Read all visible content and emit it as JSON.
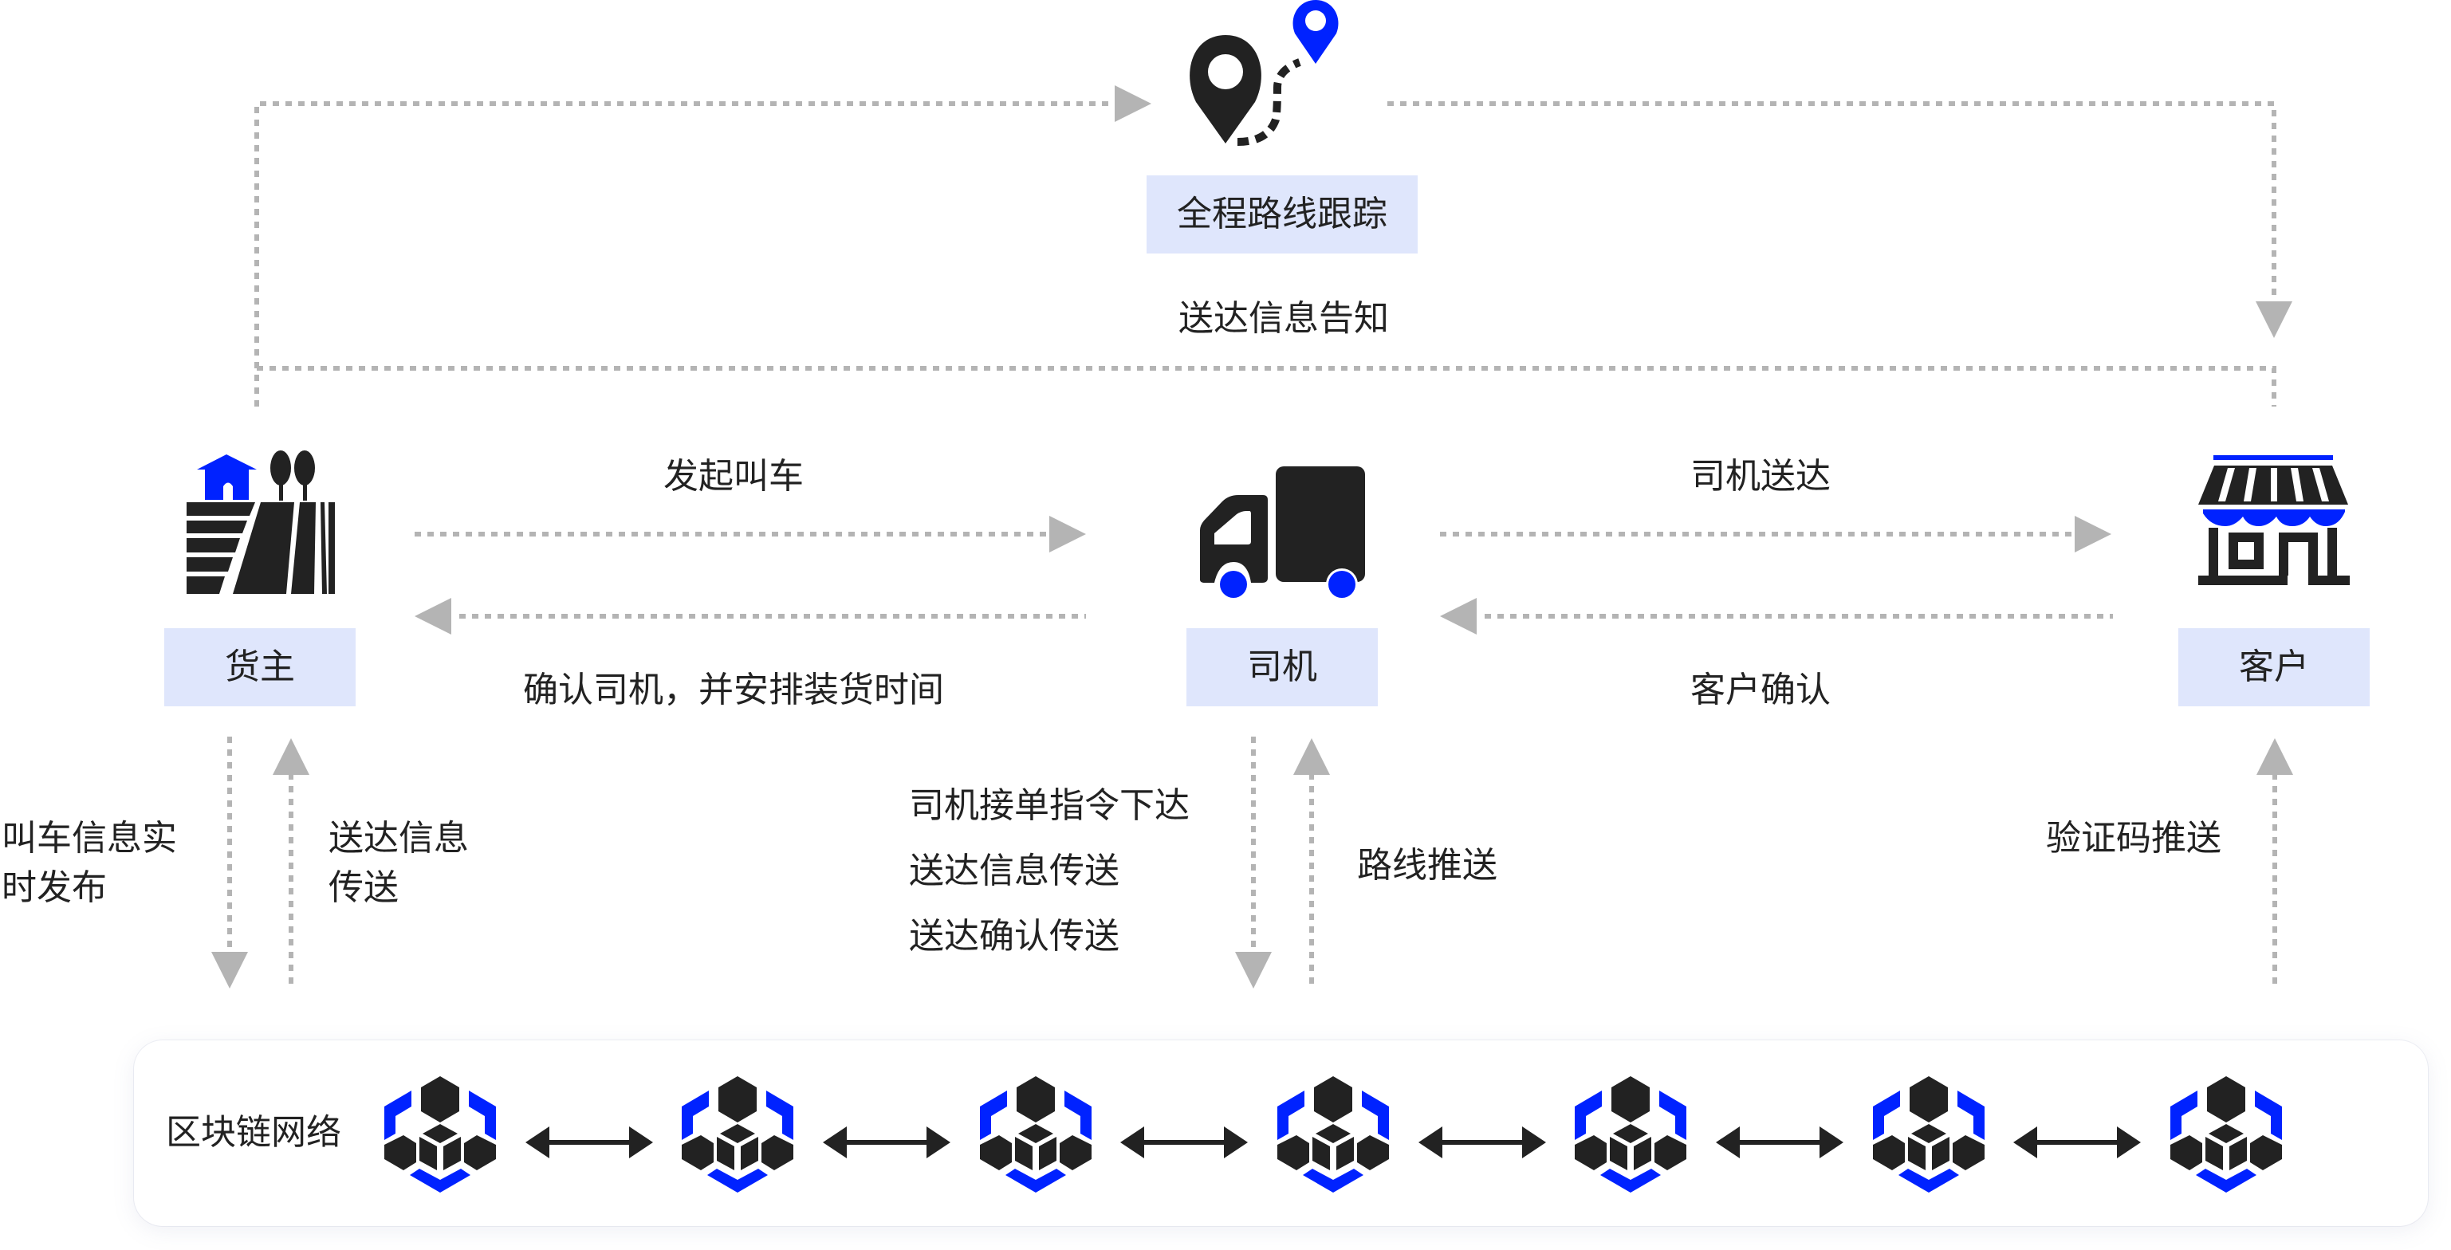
{
  "colors": {
    "accent_blue": "#0022ff",
    "icon_dark": "#222222",
    "label_bg": "#dfe6fc",
    "connector_gray": "#b4b4b4"
  },
  "nodes": {
    "tracking": {
      "label": "全程路线跟踪",
      "icon": "location-route-icon"
    },
    "shipper": {
      "label": "货主",
      "icon": "farm-icon"
    },
    "driver": {
      "label": "司机",
      "icon": "truck-icon"
    },
    "customer": {
      "label": "客户",
      "icon": "store-icon"
    }
  },
  "flows": {
    "delivery_notice": "送达信息告知",
    "shipper_to_driver": "发起叫车",
    "driver_to_shipper": "确认司机，并安排装货时间",
    "driver_to_customer": "司机送达",
    "customer_to_driver": "客户确认",
    "shipper_to_chain": [
      "叫车信息实",
      "时发布"
    ],
    "chain_to_shipper": [
      "送达信息",
      "传送"
    ],
    "driver_to_chain": [
      "司机接单指令下达",
      "送达信息传送",
      "送达确认传送"
    ],
    "chain_to_driver": "路线推送",
    "chain_to_customer": "验证码推送"
  },
  "blockchain": {
    "title": "区块链网络",
    "node_count": 7,
    "node_icon": "blockchain-node-icon",
    "link_icon": "double-arrow-icon"
  }
}
